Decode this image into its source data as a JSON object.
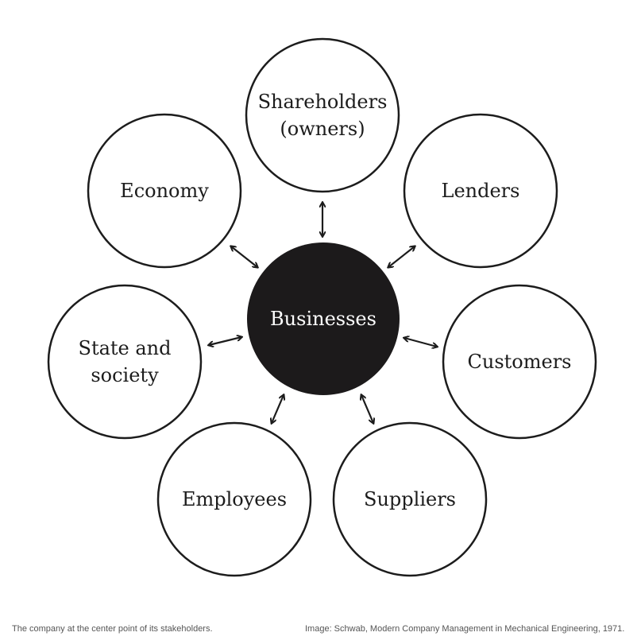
{
  "diagram": {
    "center": {
      "label": "Businesses"
    },
    "stakeholders": [
      {
        "key": "shareholders",
        "lines": [
          "Shareholders",
          "(owners)"
        ]
      },
      {
        "key": "economy",
        "lines": [
          "Economy"
        ]
      },
      {
        "key": "lenders",
        "lines": [
          "Lenders"
        ]
      },
      {
        "key": "state",
        "lines": [
          "State and",
          "society"
        ]
      },
      {
        "key": "customers",
        "lines": [
          "Customers"
        ]
      },
      {
        "key": "employees",
        "lines": [
          "Employees"
        ]
      },
      {
        "key": "suppliers",
        "lines": [
          "Suppliers"
        ]
      }
    ],
    "colors": {
      "stroke": "#1c1c1c",
      "center_fill": "#1c1a1b",
      "caption": "#555555"
    }
  },
  "caption": {
    "left": "The company at the center point of its stakeholders.",
    "right": "Image: Schwab, Modern Company Management in Mechanical Engineering, 1971."
  }
}
